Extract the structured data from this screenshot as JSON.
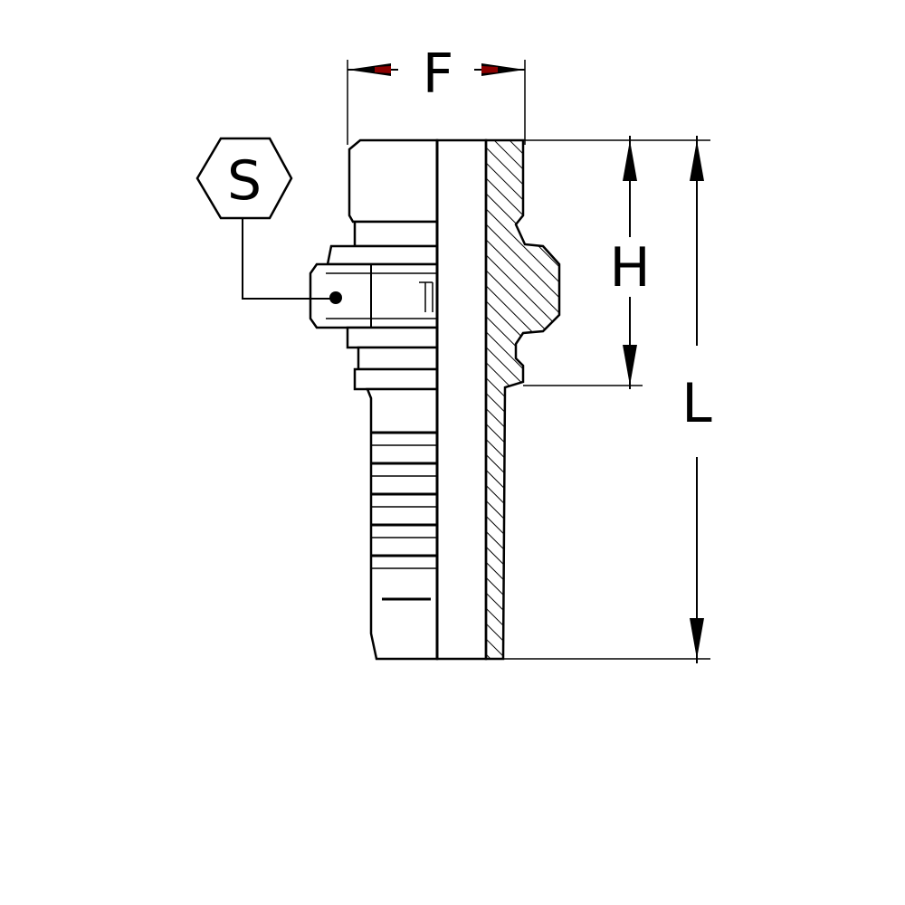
{
  "labels": {
    "hex_symbol": "S",
    "dim_f": "F",
    "dim_h": "H",
    "dim_l": "L"
  },
  "colors": {
    "line": "#000000",
    "arrow_accent": "#8b0000",
    "background": "#ffffff"
  }
}
